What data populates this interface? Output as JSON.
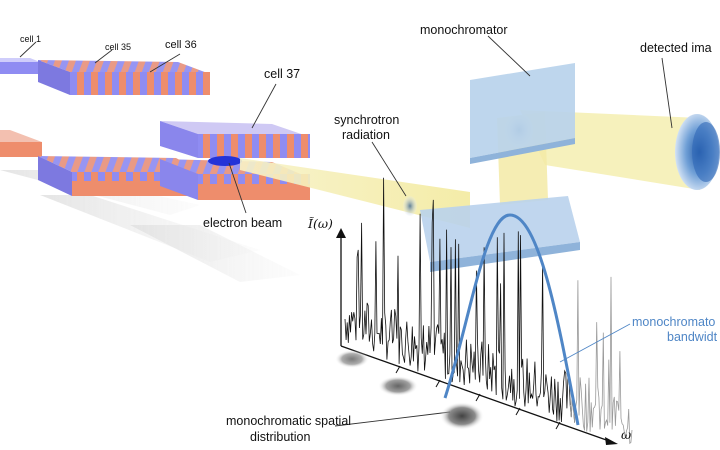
{
  "labels": {
    "cell_1": "cell 1",
    "cell_35": "cell 35",
    "cell_36": "cell 36",
    "cell_37": "cell 37",
    "monochromator": "monochromator",
    "detected_image": "detected ima",
    "synchrotron_radiation_line1": "synchrotron",
    "synchrotron_radiation_line2": "radiation",
    "electron_beam": "electron beam",
    "y_axis": "Ĩ(ω)",
    "x_axis": "ω",
    "monochromator_bandwidth_line1": "monochromato",
    "monochromator_bandwidth_line2": "bandwidt",
    "spatial_distribution_line1": "monochromatic spatial",
    "spatial_distribution_line2": "distribution"
  },
  "colors": {
    "magnet_blue": "#8f8cf2",
    "magnet_orange": "#f08f6e",
    "beam_yellow": "#f5eeb0",
    "electron_beam": "#2433d8",
    "mono_plate": "#b9d2ec",
    "bandwidth_curve": "#4f86c6",
    "spectrum_line": "#111111",
    "spectrum_gray": "#9a9a9a"
  }
}
